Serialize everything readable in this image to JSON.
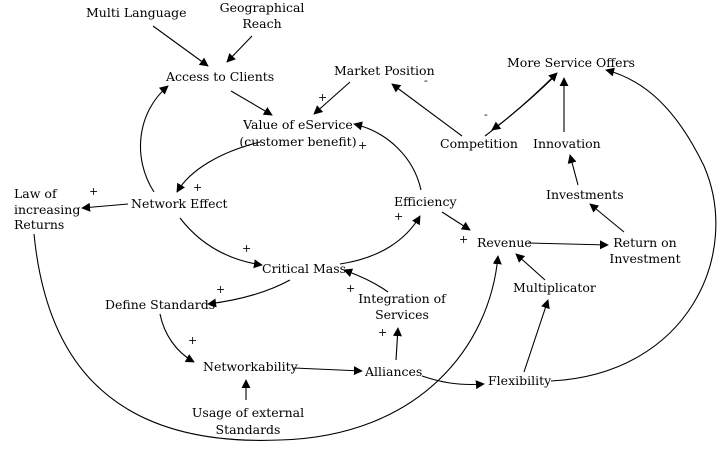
{
  "nodes": {
    "multi_language": "Multi Language",
    "geo_reach_1": "Geographical",
    "geo_reach_2": "Reach",
    "access_clients": "Access to Clients",
    "market_position": "Market Position",
    "more_service_offers": "More Service Offers",
    "value_1": "Value of eService",
    "value_2": "(customer benefit)",
    "competition": "Competition",
    "innovation": "Innovation",
    "law_1": "Law of",
    "law_2": "increasing",
    "law_3": "Returns",
    "network_effect": "Network Effect",
    "efficiency": "Efficiency",
    "investments": "Investments",
    "revenue": "Revenue",
    "roi_1": "Return on",
    "roi_2": "Investment",
    "critical_mass": "Critical Mass",
    "multiplicator": "Multiplicator",
    "define_standards": "Define Standards",
    "integration_1": "Integration of",
    "integration_2": "Services",
    "networkability": "Networkability",
    "alliances": "Alliances",
    "flexibility": "Flexibility",
    "usage_1": "Usage of external",
    "usage_2": "Standards"
  },
  "signs": {
    "market_to_value": "+",
    "competition_to_market": "-",
    "competition_to_more_offers": "-",
    "efficiency_to_value": "+",
    "network_to_law": "+",
    "value_to_network": "+",
    "network_to_critical": "+",
    "critical_to_efficiency": "+",
    "efficiency_to_revenue": "+",
    "critical_to_standards": "+",
    "integration_to_critical": "+",
    "standards_to_networkability": "+",
    "alliances_to_integration": "+"
  }
}
